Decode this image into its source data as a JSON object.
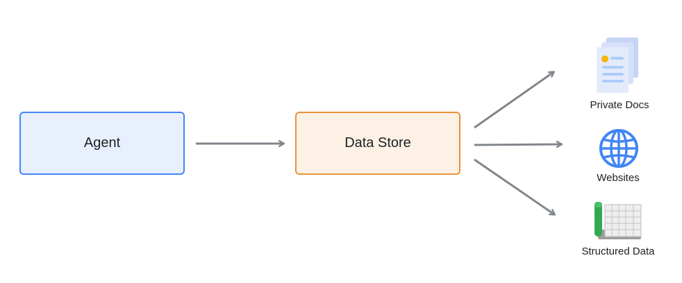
{
  "nodes": {
    "agent": "Agent",
    "data_store": "Data Store"
  },
  "sources": {
    "private_docs": {
      "label": "Private Docs",
      "icon": "document-stack-icon"
    },
    "websites": {
      "label": "Websites",
      "icon": "globe-icon"
    },
    "structured_data": {
      "label": "Structured Data",
      "icon": "spreadsheet-icon"
    }
  },
  "colors": {
    "agent_fill": "#e8f0fe",
    "agent_border": "#4285f4",
    "store_fill": "#fdf1e5",
    "store_border": "#e8913a",
    "arrow": "#80868b"
  }
}
